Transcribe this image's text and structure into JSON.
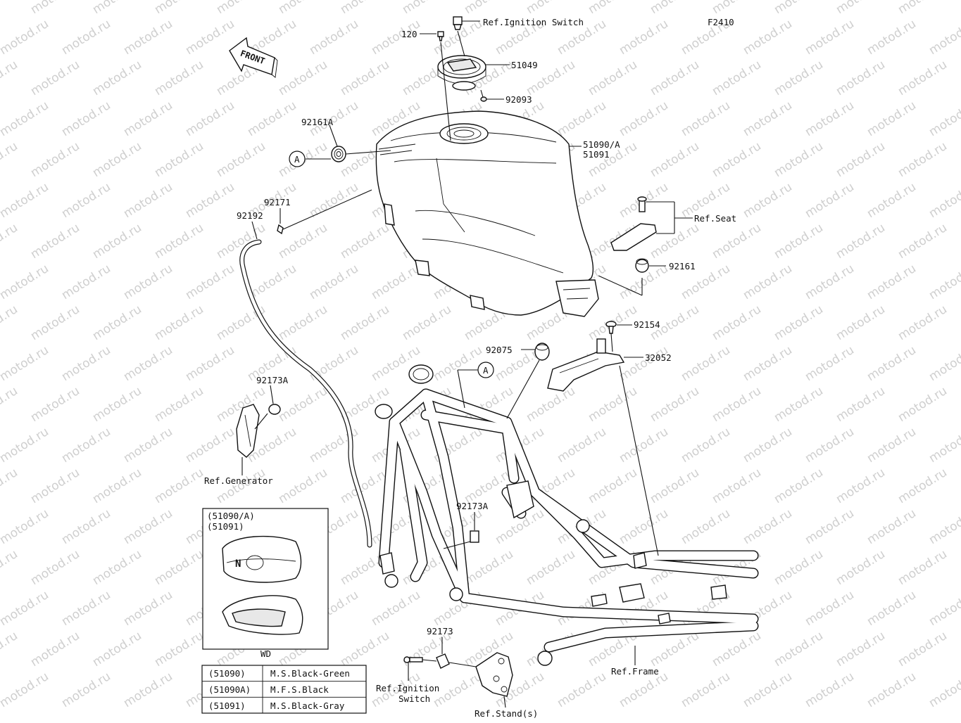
{
  "diagram_code": "F2410",
  "front_label": "FRONT",
  "callouts": {
    "ref_ignition_switch_top": "Ref.Ignition Switch",
    "p120": "120",
    "p51049": "51049",
    "p92093": "92093",
    "p92161A": "92161A",
    "p51090A": "51090/A",
    "p51091": "51091",
    "circle_a_left": "A",
    "p92171": "92171",
    "p92192": "92192",
    "ref_seat": "Ref.Seat",
    "p92161": "92161",
    "p92154": "92154",
    "p92075": "92075",
    "p32052": "32052",
    "circle_a_frame": "A",
    "p92173A_left": "92173A",
    "ref_generator": "Ref.Generator",
    "p92173A_center": "92173A",
    "p92173": "92173",
    "ref_ignition_switch_bottom_1": "Ref.Ignition",
    "ref_ignition_switch_bottom_2": "Switch",
    "ref_stands": "Ref.Stand(s)",
    "ref_frame": "Ref.Frame"
  },
  "inset": {
    "title_line_1": "(51090/A)",
    "title_line_2": "(51091)",
    "caption": "WD"
  },
  "color_table": {
    "rows": [
      {
        "code": "(51090)",
        "color": "M.S.Black-Green"
      },
      {
        "code": "(51090A)",
        "color": "M.F.S.Black"
      },
      {
        "code": "(51091)",
        "color": "M.S.Black-Gray"
      }
    ]
  },
  "watermark": "motod.ru"
}
